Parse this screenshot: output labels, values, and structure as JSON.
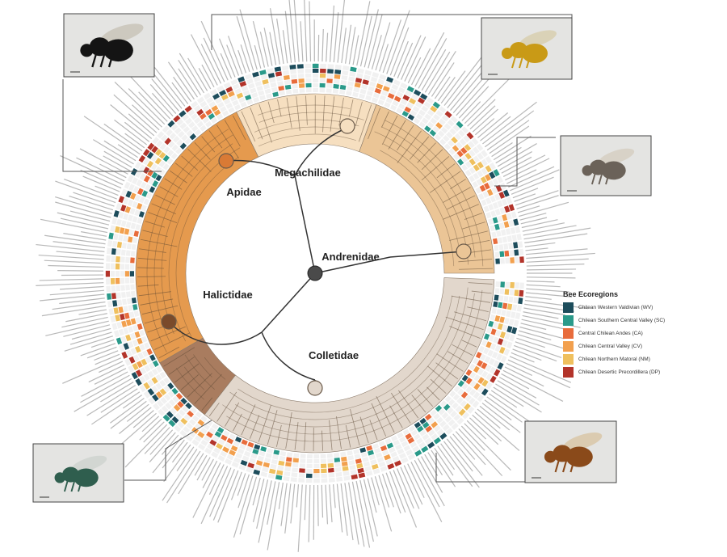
{
  "clades": [
    {
      "name": "Apidae",
      "color": "#e59a4e"
    },
    {
      "name": "Megachilidae",
      "color": "#f6dfc0"
    },
    {
      "name": "Andrenidae",
      "color": "#ebc596"
    },
    {
      "name": "Halictidae",
      "color": "#a97c5f"
    },
    {
      "name": "Colletidae",
      "color": "#e2d7cc"
    }
  ],
  "legend": {
    "title": "Bee Ecoregions",
    "items": [
      {
        "label": "Chilean Western Valdivian (WV)",
        "color": "#1d4d5c"
      },
      {
        "label": "Chilean Southern Central Valley (SC)",
        "color": "#2a9a8a"
      },
      {
        "label": "Central Chilean Andes (CA)",
        "color": "#e86c3c"
      },
      {
        "label": "Chilean Central Valley (CV)",
        "color": "#f2a04e"
      },
      {
        "label": "Chilean Northern Matoral (NM)",
        "color": "#efc05e"
      },
      {
        "label": "Chilean Desertic Precordillera (DP)",
        "color": "#b3342a"
      }
    ]
  },
  "photos": [
    {
      "name": "bee-photo-black-bumblebee",
      "body_color": "#141414",
      "wing_color": "#c9c4b8"
    },
    {
      "name": "bee-photo-yellow-bumblebee",
      "body_color": "#c99a16",
      "wing_color": "#d8cfaf"
    },
    {
      "name": "bee-photo-grey-bee",
      "body_color": "#6b6259",
      "wing_color": "#d6cfc2"
    },
    {
      "name": "bee-photo-green-bee",
      "body_color": "#2f5e4e",
      "wing_color": "#cfd3cf"
    },
    {
      "name": "bee-photo-orange-bee",
      "body_color": "#8a4a1a",
      "wing_color": "#d9c7a7"
    }
  ]
}
